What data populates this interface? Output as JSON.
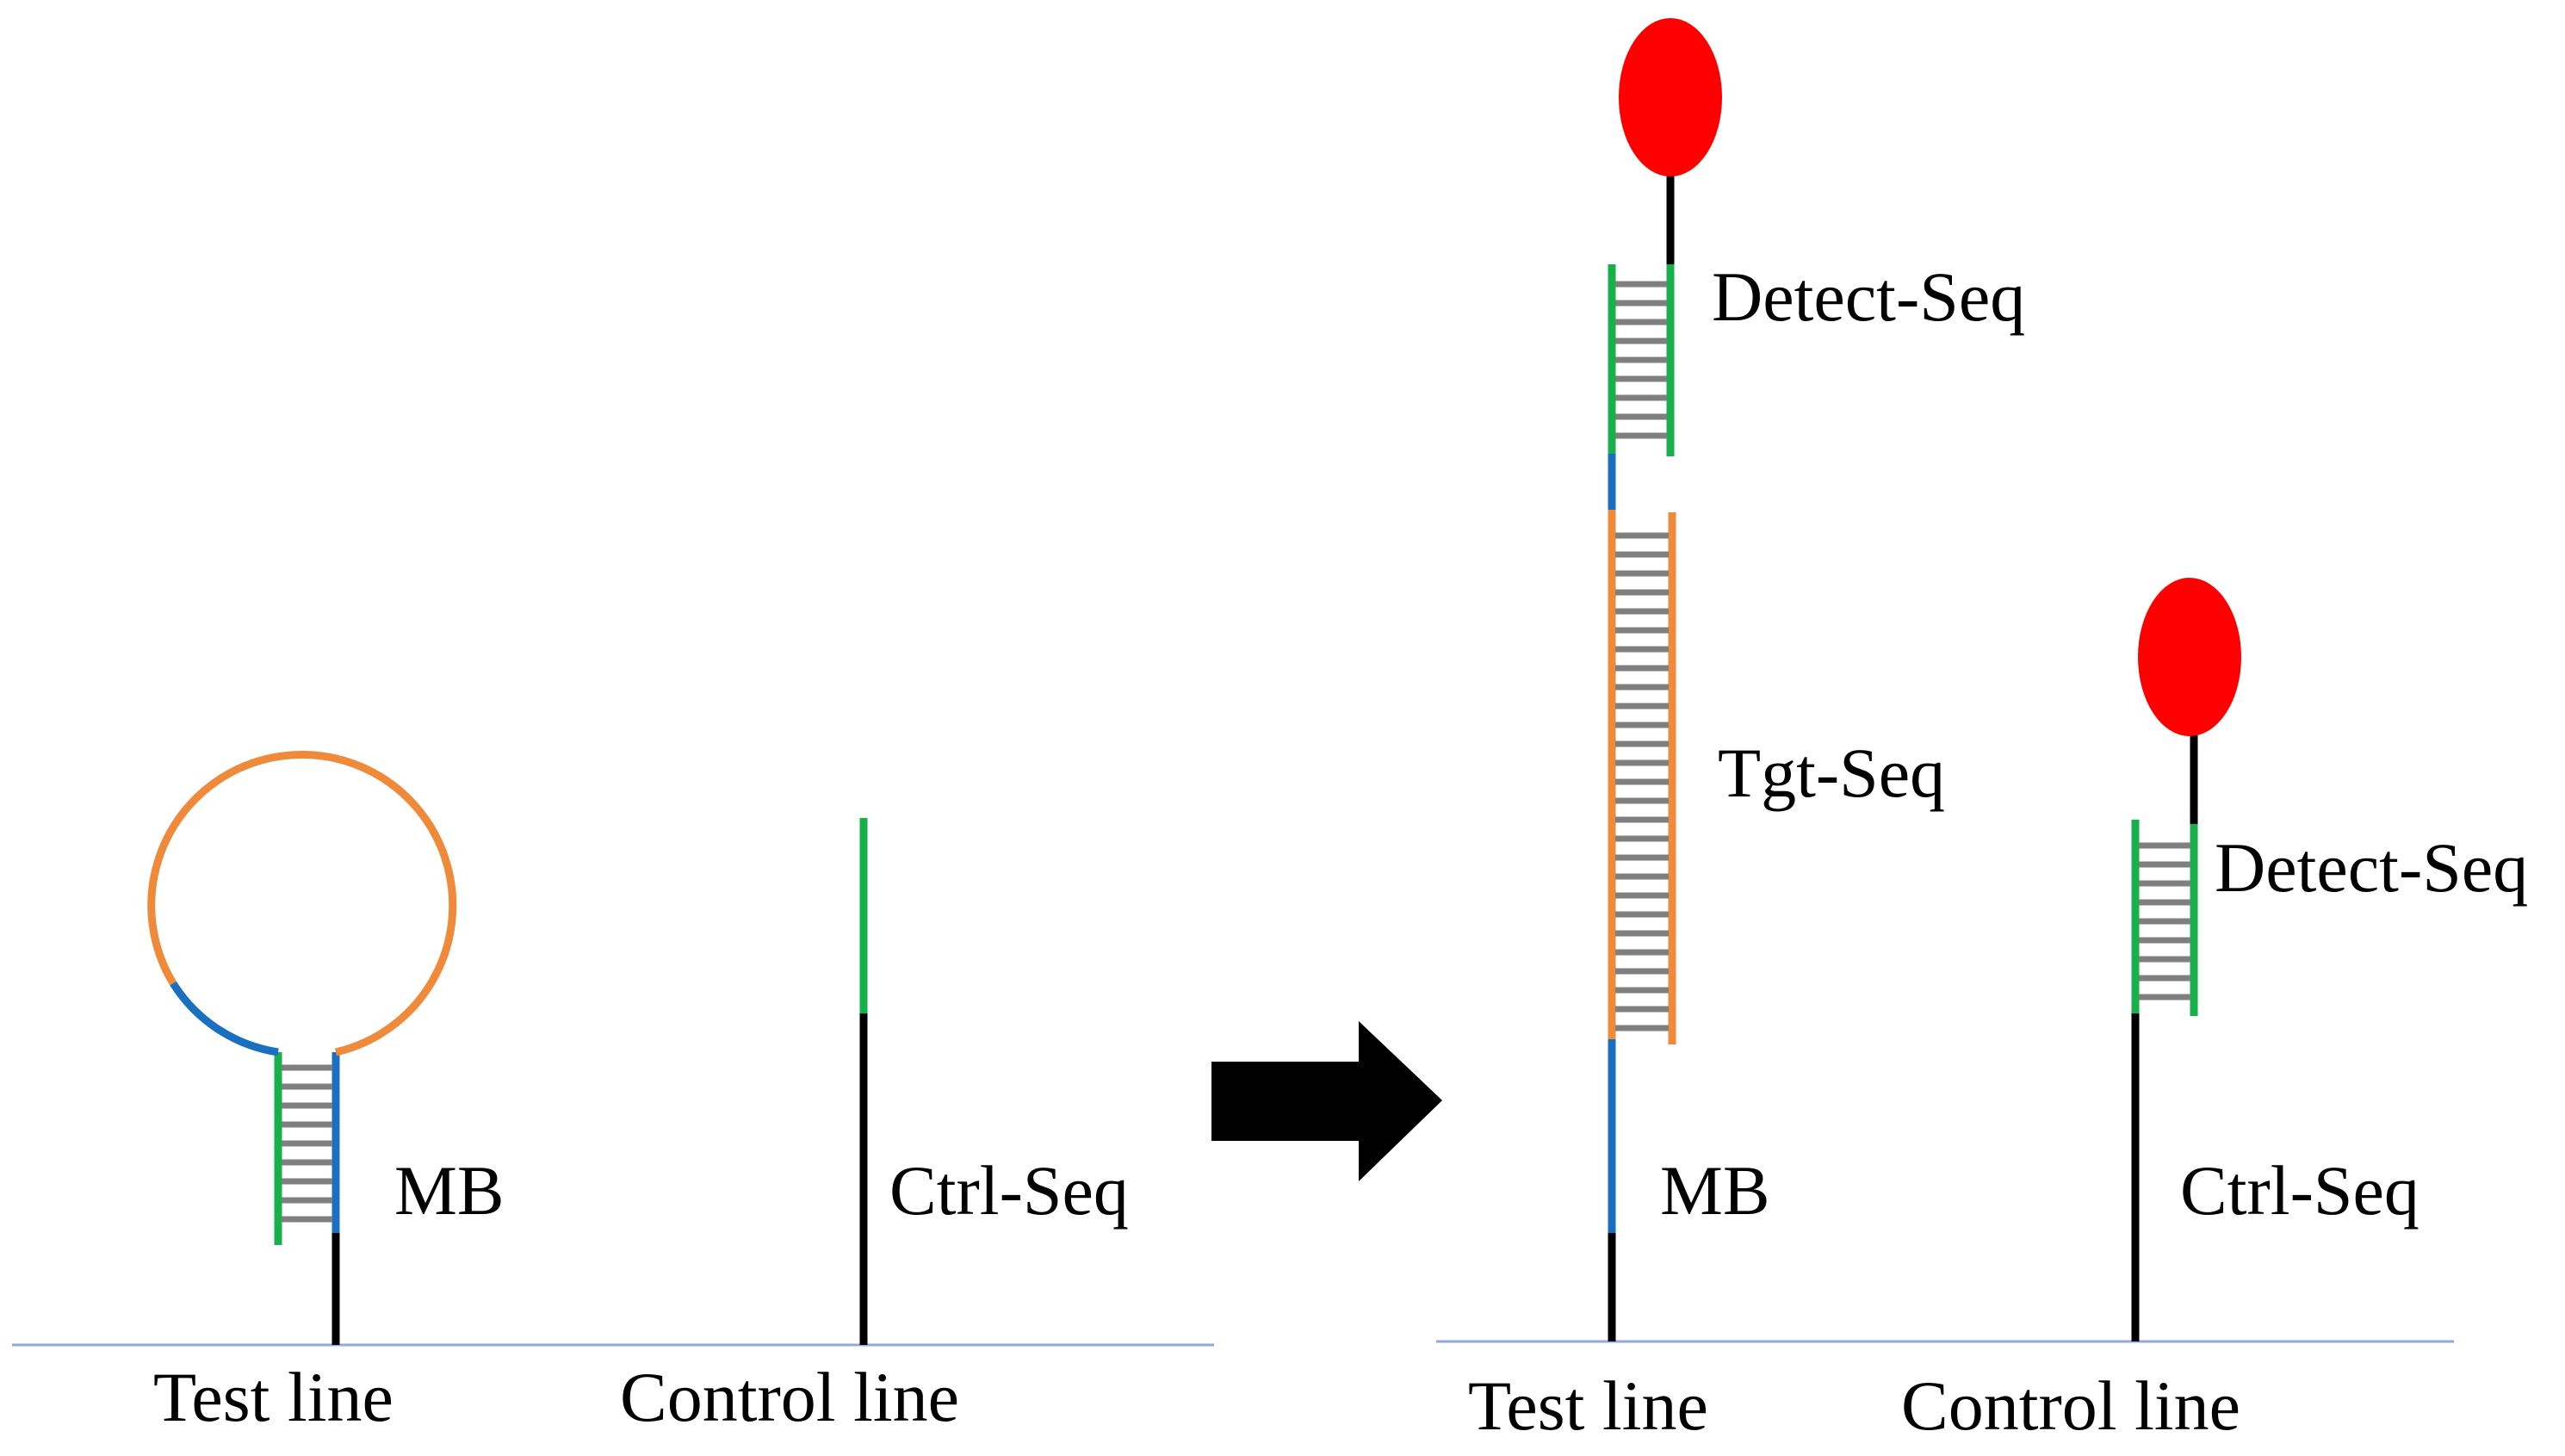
{
  "colors": {
    "black": "#000000",
    "green": "#18b04a",
    "blue": "#1a6fc0",
    "orange": "#ee8a3a",
    "gray_rungs": "#7f7f7f",
    "red": "#ff0000",
    "baseline": "#8faadc"
  },
  "left_panel": {
    "probe_label": "MB",
    "control_label": "Ctrl-Seq",
    "baseline_left_label": "Test line",
    "baseline_right_label": "Control line"
  },
  "right_panel": {
    "detect_label_test": "Detect-Seq",
    "target_label": "Tgt-Seq",
    "probe_label": "MB",
    "detect_label_control": "Detect-Seq",
    "control_label": "Ctrl-Seq",
    "baseline_left_label": "Test line",
    "baseline_right_label": "Control line"
  },
  "arrow": {
    "icon": "right-arrow-icon"
  }
}
